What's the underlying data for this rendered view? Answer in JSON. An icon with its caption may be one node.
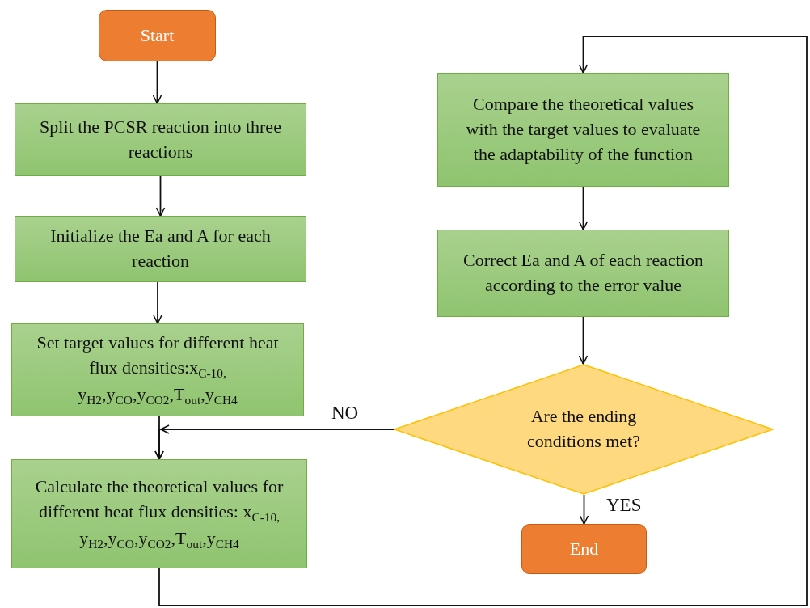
{
  "diagram": {
    "nodes": [
      {
        "text": [
          "Start"
        ]
      },
      {
        "text": [
          "Split the PCSR reaction into three reactions"
        ]
      },
      {
        "text": [
          "Initialize the Ea and A for each reaction"
        ]
      },
      {
        "text": [
          "Set target values for different heat flux densities:x$_{C-10,}$ y$_{H2}$,y$_{CO}$,y$_{CO2}$,T$_{out}$,y$_{CH4}$"
        ]
      },
      {
        "text": [
          "Calculate the theoretical values for different heat flux densities: x$_{C-10,}$ y$_{H2}$,y$_{CO}$,y$_{CO2}$,T$_{out}$,y$_{CH4}$"
        ]
      },
      {
        "text": [
          "Compare the theoretical values with the target values to evaluate the adaptability of the function"
        ]
      },
      {
        "text": [
          "Correct Ea and A of  each reaction according to the error value"
        ]
      },
      {
        "text": [
          "Are the ending conditions met?"
        ]
      },
      {
        "text": [
          "End"
        ]
      }
    ],
    "edges": [
      {
        "from": 0,
        "to": 1,
        "arrow": "to"
      },
      {
        "from": 1,
        "to": 2,
        "arrow": "to"
      },
      {
        "from": 2,
        "to": 3,
        "arrow": "to"
      },
      {
        "from": 3,
        "to": 4,
        "arrow": "to"
      },
      {
        "from": 7,
        "to": 4,
        "arrow": "to",
        "label": "NO"
      },
      {
        "from": 4,
        "to": 5,
        "arrow": "to"
      },
      {
        "from": 5,
        "to": 6,
        "arrow": "to"
      },
      {
        "from": 6,
        "to": 7,
        "arrow": "to"
      },
      {
        "from": 7,
        "to": 8,
        "arrow": "to",
        "label": "YES"
      }
    ]
  }
}
